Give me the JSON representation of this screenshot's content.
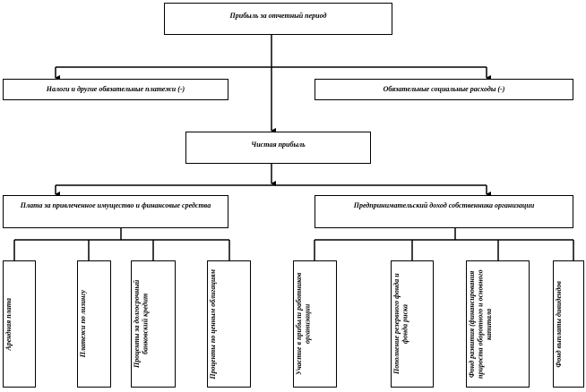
{
  "top": "Прибыль за отчетный период",
  "deductions": [
    "Налоги и другие обязательные платежи (-)",
    "Обязательные социальные расходы (-)"
  ],
  "net_profit": "Чистая прибыль",
  "branches": [
    "Плата за привлеченное имущество и финансовые средства",
    "Предпринимательский доход собственника организации"
  ],
  "left_items": [
    "Арендная плата",
    "Платежи по лизингу",
    "Проценты за долгосрочный банковский кредит",
    "Проценты по ценным облигациям"
  ],
  "right_items": [
    "Участие в прибыли работников организации",
    "Пополнение резервного фонда и фонда риска",
    "Фонд развития (финансирования прироста оборотного и основного капитала",
    "Фонд выплаты дивидендов"
  ]
}
